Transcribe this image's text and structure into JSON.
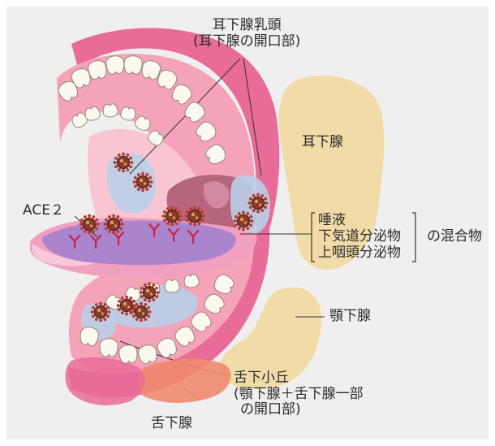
{
  "labels": {
    "parotid_papilla": "耳下腺乳頭",
    "parotid_papilla_sub": "(耳下腺の開口部)",
    "parotid_gland": "耳下腺",
    "ace2": "ACE２",
    "saliva": "唾液",
    "lower_airway": "下気道分泌物",
    "upper_pharynx": "上咽頭分泌物",
    "mixture": "の混合物",
    "submandibular_gland": "顎下腺",
    "sublingual_caruncle": "舌下小丘",
    "sublingual_caruncle_sub1": "(顎下腺＋舌下腺一部",
    "sublingual_caruncle_sub2": "の開口部)",
    "sublingual_gland": "舌下腺"
  },
  "colors": {
    "background": "#efefef",
    "lip": "#e96b98",
    "gum": "#f4a3b8",
    "oral_cavity": "#f7c6d2",
    "throat": "#b5667d",
    "tongue": "#f1a0c1",
    "tongue_spot": "#9f7fd0",
    "gland": "#f1dca8",
    "sublingual": "#ef8b6f",
    "secretion": "#b9cfe8",
    "tooth": "#fbf8f0",
    "receptor": "#cc2244",
    "virus": "#8b3a2a",
    "line": "#333333"
  }
}
